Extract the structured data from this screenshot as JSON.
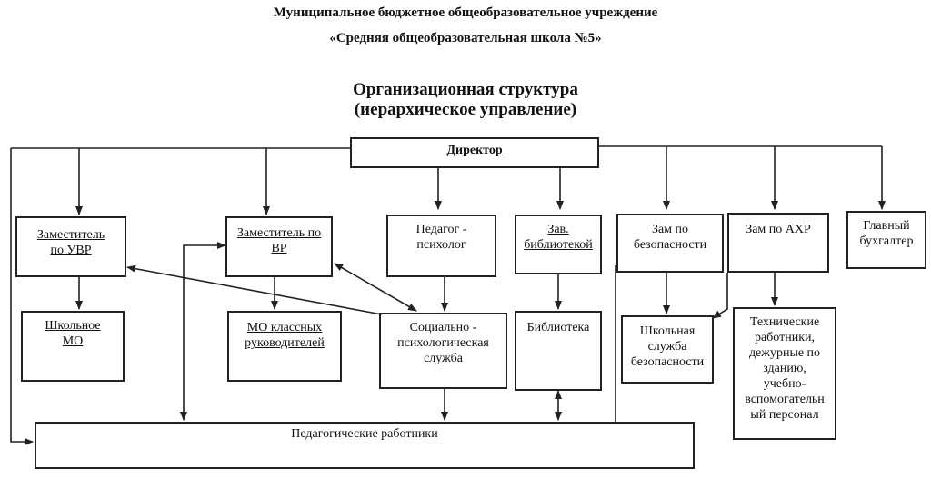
{
  "header": {
    "line1": "Муниципальное бюджетное  общеобразовательное учреждение",
    "line2": "«Средняя общеобразовательная школа №5»",
    "title1": "Организационная структура",
    "title2": "(иерархическое управление)"
  },
  "boxes": {
    "director": "Директор",
    "deputy_uvr": "Заместитель\nпо УВР",
    "deputy_vr": "Заместитель по\nВР",
    "psychologist": "Педагог -\nпсихолог",
    "head_library": "Зав.\nбиблиотекой",
    "deputy_security": "Зам по\nбезопасности",
    "deputy_ahr": "Зам по АХР",
    "chief_accountant": "Главный\nбухгалтер",
    "school_mo": "Школьное\nМО",
    "mo_class_teachers": "МО классных\nруководителей",
    "social_psych_service": "Социально -\nпсихологическая\nслужба",
    "library": "Библиотека",
    "school_security_service": "Школьная\nслужба\nбезопасности",
    "tech_staff": "Технические\nработники,\nдежурные по\nзданию,\nучебно-\nвспомогательн\nый персонал",
    "teachers": "Педагогические работники"
  }
}
